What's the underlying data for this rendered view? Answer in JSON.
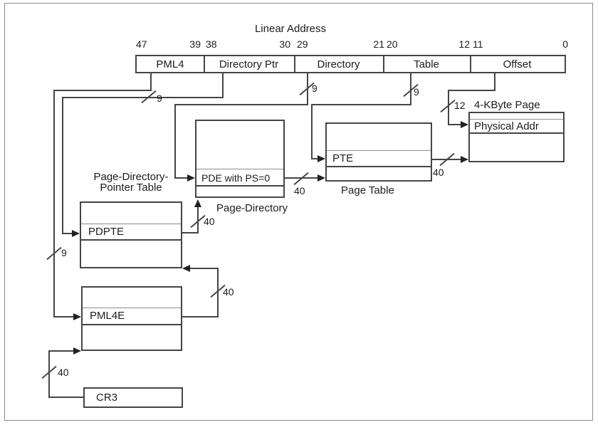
{
  "linear_address": {
    "title": "Linear Address",
    "bits": [
      "47",
      "39",
      "38",
      "30",
      "29",
      "21",
      "20",
      "12",
      "11",
      "0"
    ],
    "fields": [
      "PML4",
      "Directory Ptr",
      "Directory",
      "Table",
      "Offset"
    ]
  },
  "entries": {
    "pml4e": "PML4E",
    "pdpte": "PDPTE",
    "pde": "PDE with PS=0",
    "pte": "PTE",
    "physical_addr": "Physical Addr",
    "cr3": "CR3"
  },
  "captions": {
    "pdpt_line1": "Page-Directory-",
    "pdpt_line2": "Pointer Table",
    "page_directory": "Page-Directory",
    "page_table": "Page Table",
    "page_4k": "4-KByte Page"
  },
  "bus": {
    "pml4_index": "9",
    "dirptr_index": "9",
    "dir_index": "9",
    "table_index": "9",
    "offset_width": "12",
    "cr3_width": "40",
    "pml4e_width": "40",
    "pdpte_width": "40",
    "pde_width": "40",
    "pte_width": "40"
  },
  "colors": {
    "line": "#454545",
    "text": "#1c1c1c",
    "row_divider_light": "#8c8c8c",
    "background": "#ffffff",
    "frame_border": "#8a8a8a"
  }
}
